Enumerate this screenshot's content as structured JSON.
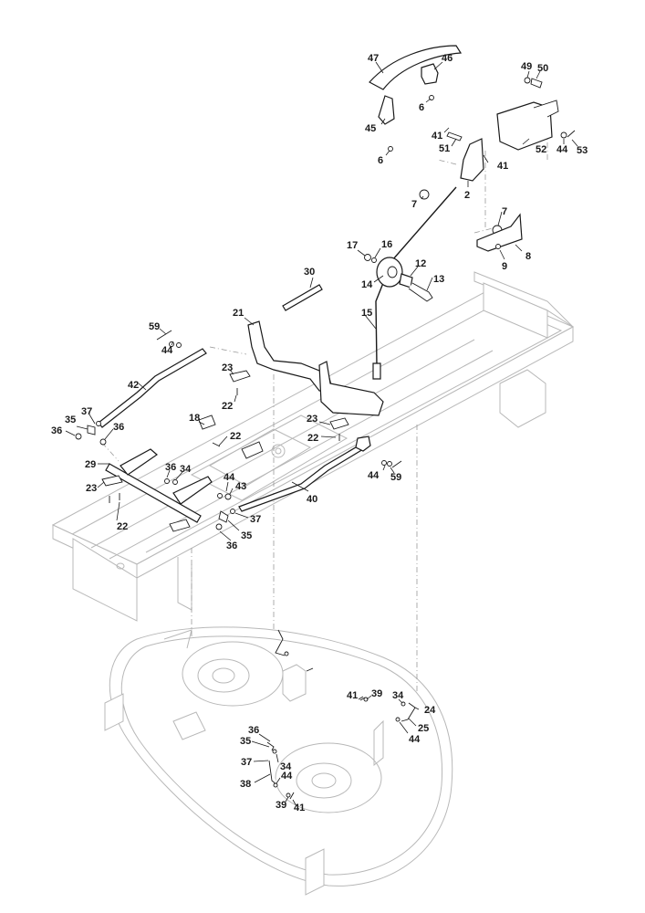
{
  "diagram": {
    "type": "exploded parts diagram",
    "subject": "Ride-on mower chassis, cutting deck lift linkage and electric deck actuator",
    "callouts": [
      {
        "id": "c47",
        "label": "47"
      },
      {
        "id": "c46",
        "label": "46"
      },
      {
        "id": "c6a",
        "label": "6"
      },
      {
        "id": "c45",
        "label": "45"
      },
      {
        "id": "c6b",
        "label": "6"
      },
      {
        "id": "c49",
        "label": "49"
      },
      {
        "id": "c50",
        "label": "50"
      },
      {
        "id": "c41a",
        "label": "41"
      },
      {
        "id": "c51",
        "label": "51"
      },
      {
        "id": "c41b",
        "label": "41"
      },
      {
        "id": "c52",
        "label": "52"
      },
      {
        "id": "c44a",
        "label": "44"
      },
      {
        "id": "c53",
        "label": "53"
      },
      {
        "id": "c2",
        "label": "2"
      },
      {
        "id": "c7a",
        "label": "7"
      },
      {
        "id": "c7b",
        "label": "7"
      },
      {
        "id": "c8",
        "label": "8"
      },
      {
        "id": "c9",
        "label": "9"
      },
      {
        "id": "c17",
        "label": "17"
      },
      {
        "id": "c16",
        "label": "16"
      },
      {
        "id": "c12",
        "label": "12"
      },
      {
        "id": "c13",
        "label": "13"
      },
      {
        "id": "c14",
        "label": "14"
      },
      {
        "id": "c15",
        "label": "15"
      },
      {
        "id": "c30",
        "label": "30"
      },
      {
        "id": "c21",
        "label": "21"
      },
      {
        "id": "c59a",
        "label": "59"
      },
      {
        "id": "c44b",
        "label": "44"
      },
      {
        "id": "c23a",
        "label": "23"
      },
      {
        "id": "c22a",
        "label": "22"
      },
      {
        "id": "c42",
        "label": "42"
      },
      {
        "id": "c37a",
        "label": "37"
      },
      {
        "id": "c35a",
        "label": "35"
      },
      {
        "id": "c36a",
        "label": "36"
      },
      {
        "id": "c36b",
        "label": "36"
      },
      {
        "id": "c18",
        "label": "18"
      },
      {
        "id": "c22b",
        "label": "22"
      },
      {
        "id": "c23b",
        "label": "23"
      },
      {
        "id": "c22c",
        "label": "22"
      },
      {
        "id": "c29",
        "label": "29"
      },
      {
        "id": "c36c",
        "label": "36"
      },
      {
        "id": "c34a",
        "label": "34"
      },
      {
        "id": "c44c",
        "label": "44"
      },
      {
        "id": "c43",
        "label": "43"
      },
      {
        "id": "c40",
        "label": "40"
      },
      {
        "id": "c44d",
        "label": "44"
      },
      {
        "id": "c59b",
        "label": "59"
      },
      {
        "id": "c23c",
        "label": "23"
      },
      {
        "id": "c22d",
        "label": "22"
      },
      {
        "id": "c37b",
        "label": "37"
      },
      {
        "id": "c35b",
        "label": "35"
      },
      {
        "id": "c36d",
        "label": "36"
      },
      {
        "id": "c41c",
        "label": "41"
      },
      {
        "id": "c39a",
        "label": "39"
      },
      {
        "id": "c34b",
        "label": "34"
      },
      {
        "id": "c24",
        "label": "24"
      },
      {
        "id": "c25",
        "label": "25"
      },
      {
        "id": "c44e",
        "label": "44"
      },
      {
        "id": "c36e",
        "label": "36"
      },
      {
        "id": "c35c",
        "label": "35"
      },
      {
        "id": "c34c",
        "label": "34"
      },
      {
        "id": "c37c",
        "label": "37"
      },
      {
        "id": "c38",
        "label": "38"
      },
      {
        "id": "c44f",
        "label": "44"
      },
      {
        "id": "c39b",
        "label": "39"
      },
      {
        "id": "c41d",
        "label": "41"
      }
    ]
  },
  "colors": {
    "ink": "#1a1a1a",
    "ghost_line": "#b8b8b8",
    "background": "#ffffff"
  }
}
